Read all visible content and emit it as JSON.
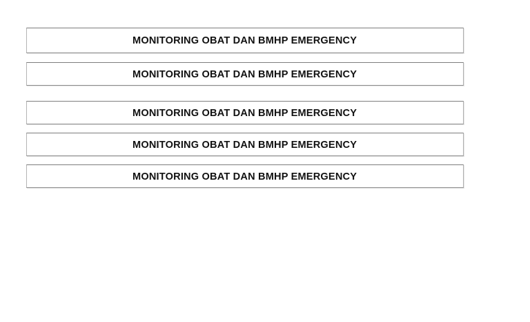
{
  "document": {
    "background_color": "#ffffff",
    "text_color": "#111111",
    "border_color": "#9a9a9a"
  },
  "bars": [
    {
      "label": "MONITORING OBAT DAN BMHP EMERGENCY"
    },
    {
      "label": "MONITORING OBAT DAN BMHP EMERGENCY"
    },
    {
      "label": "MONITORING OBAT DAN BMHP EMERGENCY"
    },
    {
      "label": "MONITORING OBAT DAN BMHP EMERGENCY"
    },
    {
      "label": "MONITORING OBAT DAN BMHP EMERGENCY"
    }
  ]
}
